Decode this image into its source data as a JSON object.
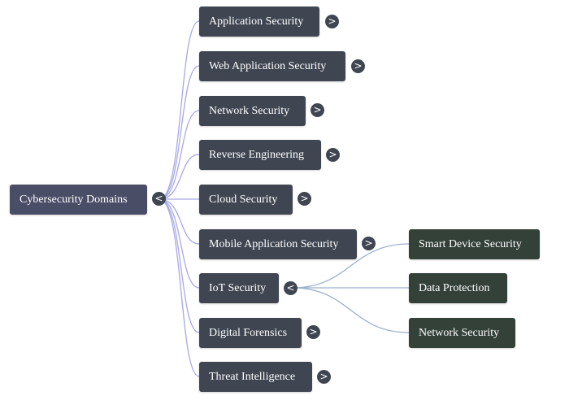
{
  "colors": {
    "root": "#4a4d66",
    "domain": "#3f4652",
    "leaf": "#334139",
    "root_edge": "#a7a8e6",
    "child_edge": "#9ab1cc"
  },
  "root": {
    "label": "Cybersecurity Domains",
    "toggle": "<"
  },
  "domains": [
    {
      "label": "Application Security",
      "toggle": ">"
    },
    {
      "label": "Web Application Security",
      "toggle": ">"
    },
    {
      "label": "Network Security",
      "toggle": ">"
    },
    {
      "label": "Reverse Engineering",
      "toggle": ">"
    },
    {
      "label": "Cloud Security",
      "toggle": ">"
    },
    {
      "label": "Mobile Application Security",
      "toggle": ">"
    },
    {
      "label": "IoT Security",
      "toggle": "<",
      "children": [
        {
          "label": "Smart Device Security"
        },
        {
          "label": "Data Protection"
        },
        {
          "label": "Network Security"
        }
      ]
    },
    {
      "label": "Digital Forensics",
      "toggle": ">"
    },
    {
      "label": "Threat Intelligence",
      "toggle": ">"
    }
  ]
}
